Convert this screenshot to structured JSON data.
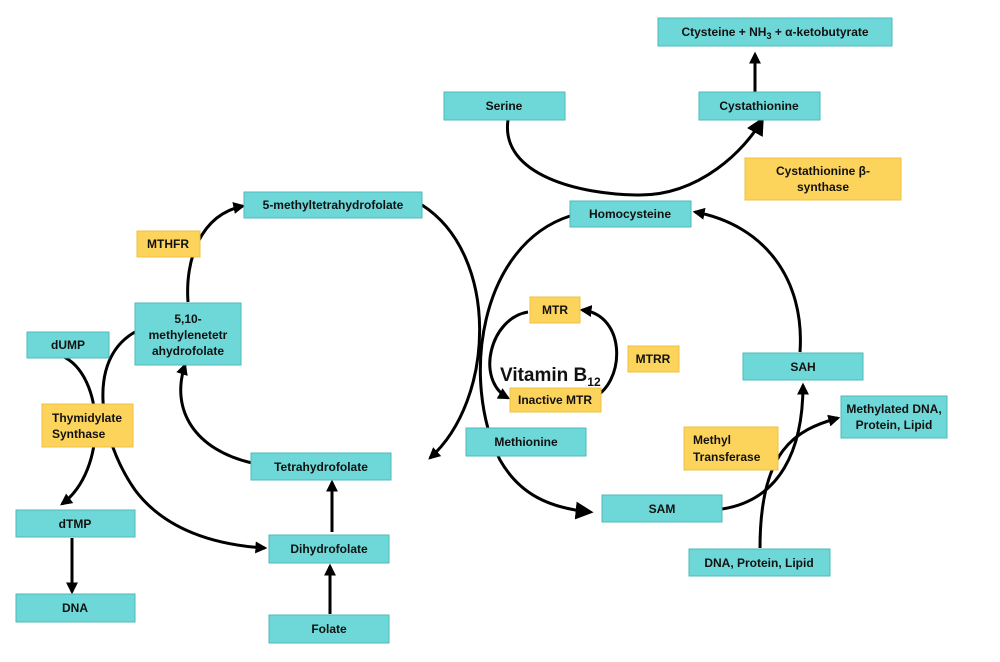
{
  "nodes": {
    "cysteine": {
      "label": "Ctysteine + NH",
      "sub": "3",
      "tail": " + α-ketobutyrate"
    },
    "cystathionine": "Cystathionine",
    "serine": "Serine",
    "cbs": [
      "Cystathionine β-",
      "synthase"
    ],
    "methylthf": "5-methyltetrahydrofolate",
    "homocysteine": "Homocysteine",
    "mthfr": "MTHFR",
    "methylene": [
      "5,10-",
      "methylenetetr",
      "ahydrofolate"
    ],
    "dump": "dUMP",
    "mtr": "MTR",
    "mtrr": "MTRR",
    "vitamin_b12": {
      "label": "Vitamin B",
      "sub": "12"
    },
    "inactive_mtr": "Inactive MTR",
    "sah": "SAH",
    "methylated": [
      "Methylated DNA,",
      "Protein, Lipid"
    ],
    "thymidylate_synthase": [
      "Thymidylate",
      "Synthase"
    ],
    "methionine": "Methionine",
    "methyl_transferase": [
      "Methyl",
      "Transferase"
    ],
    "thf": "Tetrahydrofolate",
    "dtmp": "dTMP",
    "sam": "SAM",
    "dhf": "Dihydrofolate",
    "dna_protein_lipid": "DNA, Protein, Lipid",
    "dna": "DNA",
    "folate": "Folate"
  },
  "colors": {
    "substrate": "#6ed8d8",
    "enzyme": "#fdd45b",
    "arrow": "#000000"
  }
}
